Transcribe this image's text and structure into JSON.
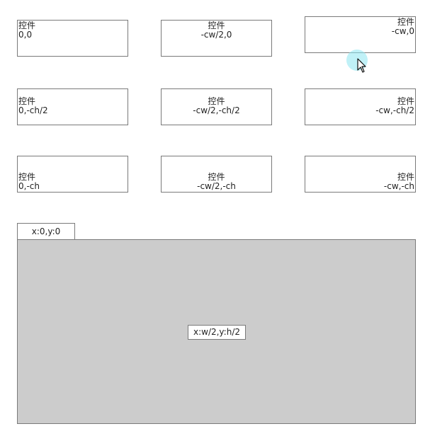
{
  "widgets": [
    {
      "title": "控件",
      "coords": "0,0"
    },
    {
      "title": "控件",
      "coords": "-cw/2,0"
    },
    {
      "title": "控件",
      "coords": "-cw,0"
    },
    {
      "title": "控件",
      "coords": "0,-ch/2"
    },
    {
      "title": "控件",
      "coords": "-cw/2,-ch/2"
    },
    {
      "title": "控件",
      "coords": "-cw,-ch/2"
    },
    {
      "title": "控件",
      "coords": "0,-ch"
    },
    {
      "title": "控件",
      "coords": "-cw/2,-ch"
    },
    {
      "title": "控件",
      "coords": "-cw,-ch"
    }
  ],
  "canvas": {
    "origin_label": "x:0,y:0",
    "center_label": "x:w/2,y:h/2"
  },
  "colors": {
    "canvas_bg": "#cccccc",
    "border": "#7a7a7a",
    "cursor_halo": "#8ce6f0"
  },
  "icons": {
    "cursor": "mouse-pointer-icon"
  }
}
